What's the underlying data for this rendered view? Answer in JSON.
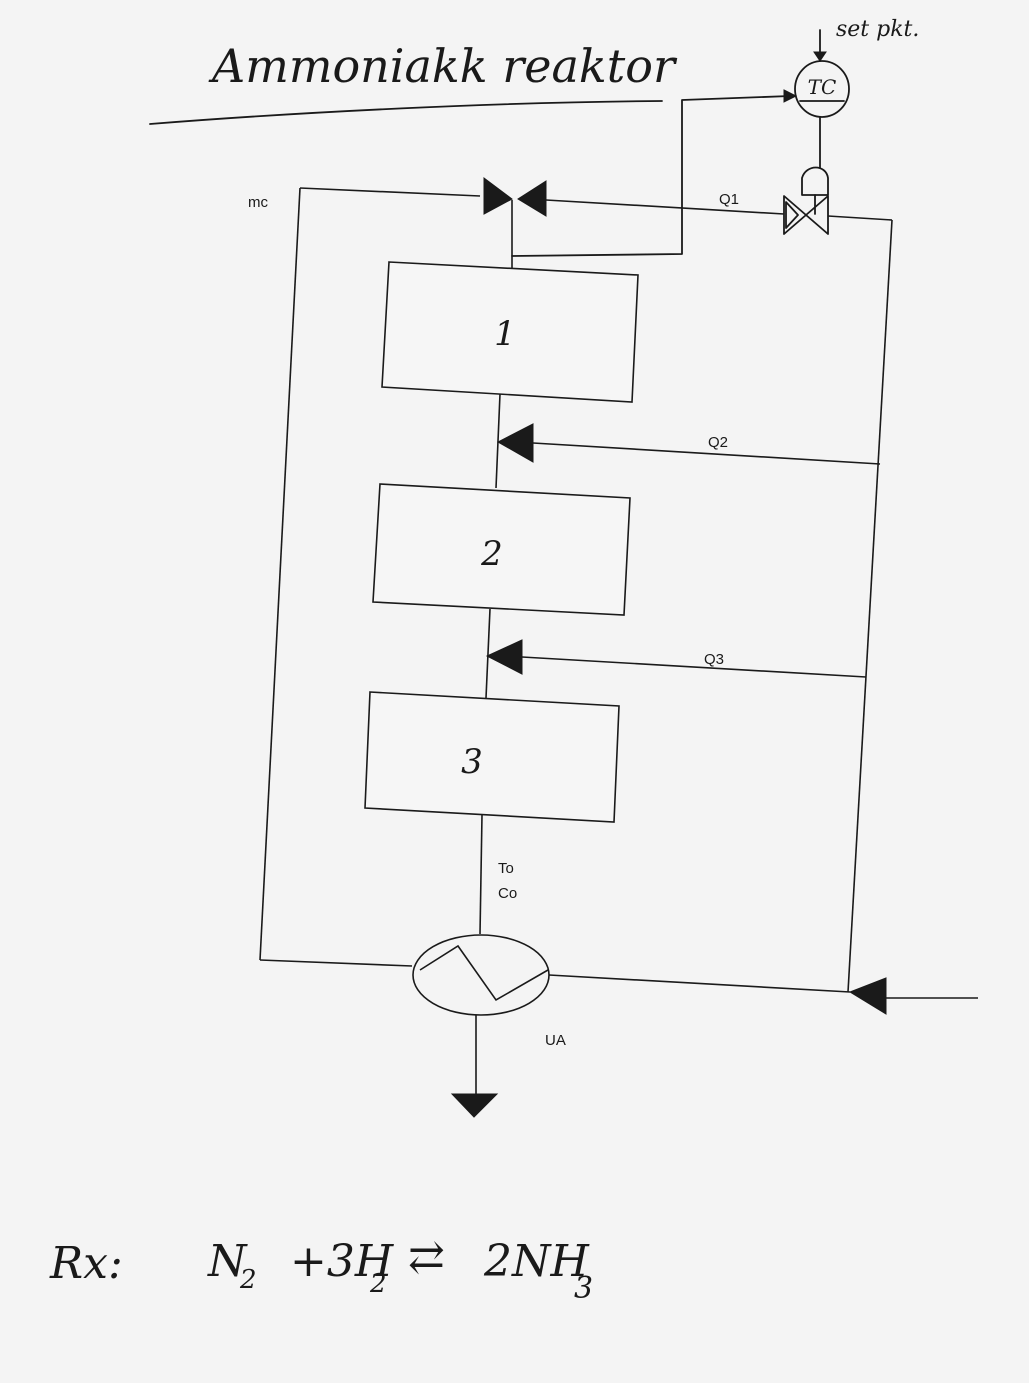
{
  "title": "Ammoniakk reaktor",
  "controller": {
    "label": "TC",
    "setpoint": "set pkt."
  },
  "stream_labels": {
    "mc": "mc",
    "q1": "Q1",
    "q2": "Q2",
    "q3": "Q3",
    "to": "To",
    "co": "Co",
    "ua": "UA"
  },
  "beds": [
    {
      "label": "1"
    },
    {
      "label": "2"
    },
    {
      "label": "3"
    }
  ],
  "reaction": {
    "prefix": "Rx:",
    "n": "N",
    "n_sub": "2",
    "plus": "+3H",
    "h_sub": "2",
    "arrows": "⇄",
    "product": "2NH",
    "product_sub": "3"
  }
}
